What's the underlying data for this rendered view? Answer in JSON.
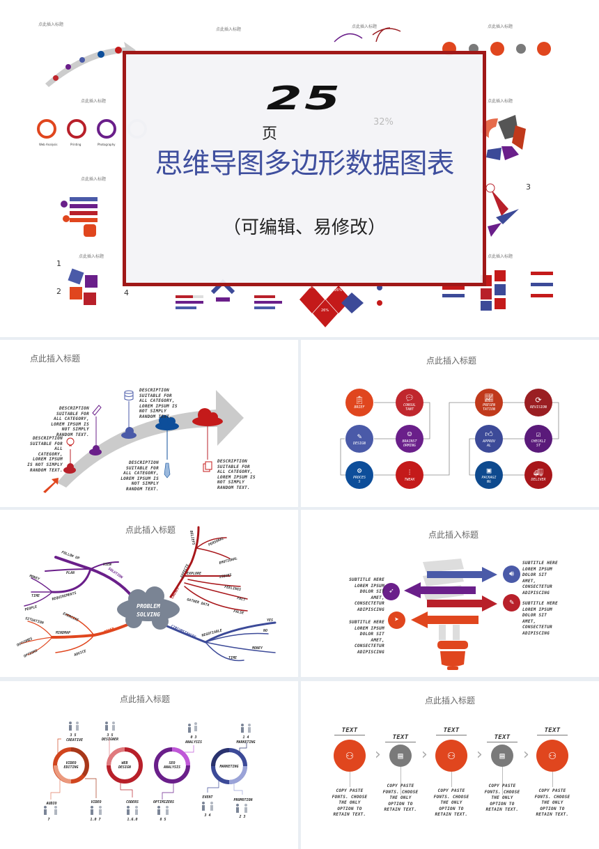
{
  "banner": {
    "number": "25",
    "unit": "页",
    "title": "思维导图多边形数据图表",
    "subtitle": "（可编辑、易修改）",
    "border_color": "#a01818",
    "title_color": "#3f4f9e"
  },
  "thumbnails": {
    "heading": "点此插入标题",
    "percent": "32%",
    "numbers": [
      "1",
      "2",
      "3",
      "4"
    ],
    "diamonds": [
      "26%",
      "26%",
      "26%"
    ],
    "ring_labels": [
      "Web Analysis",
      "Printing",
      "Photography"
    ]
  },
  "slide_heading": "点此插入标题",
  "arrow_slide": {
    "descriptions": [
      "DESCRIPTION\nSUITABLE FOR\nALL CATEGORY,\nLOREM IPSUM IS\nNOT SIMPLY\nRANDOM TEXT.",
      "DESCRIPTION\nSUITABLE FOR\nALL\nCATEGORY,\nLOREM IPSUM\nIS NOT SIMPLY\nRANDOM TEXT.",
      "DESCRIPTION\nSUITABLE FOR\nALL CATEGORY,\nLOREM IPSUM IS\nNOT SIMPLY\nRANDOM TEXT.",
      "DESCRIPTION\nSUITABLE FOR\nALL CATEGORY,\nLOREM IPSUM IS\nNOT SIMPLY\nRANDOM TEXT.",
      "DESCRIPTION\nSUITABLE FOR\nALL CATEGORY,\nLOREM IPSUM IS\nNOT SIMPLY\nRANDOM TEXT."
    ]
  },
  "flow_slide": {
    "steps": [
      {
        "label": "BRIEF",
        "icon": "clipboard-icon",
        "color": "#e0461e"
      },
      {
        "label": "CONSUL\nTANT",
        "icon": "speech-bubble-icon",
        "color": "#c0272d"
      },
      {
        "label": "DESIGN",
        "icon": "pencil-icon",
        "color": "#4a5aa8"
      },
      {
        "label": "BRAINST\nORMING",
        "icon": "head-icon",
        "color": "#6a1f8a"
      },
      {
        "label": "PROCES\nS",
        "icon": "gear-icon",
        "color": "#0d4e9a"
      },
      {
        "label": "TWEAK",
        "icon": "sliders-icon",
        "color": "#c41a1a"
      },
      {
        "label": "PRESEN\nTATION",
        "icon": "chart-icon",
        "color": "#c0391b"
      },
      {
        "label": "REVISION",
        "icon": "refresh-icon",
        "color": "#9a1e22"
      },
      {
        "label": "APPROV\nAL",
        "icon": "thumbs-up-icon",
        "color": "#3c4a98"
      },
      {
        "label": "CHECKLI\nST",
        "icon": "checklist-icon",
        "color": "#5a1a7a"
      },
      {
        "label": "PACKAGI\nNG",
        "icon": "box-icon",
        "color": "#0e4a8e"
      },
      {
        "label": "DELIVER",
        "icon": "truck-icon",
        "color": "#a8161a"
      }
    ]
  },
  "mindmap_slide": {
    "center": [
      "PROBLEM",
      "SOLVING"
    ],
    "branches": {
      "solution": [
        "SOLUTION",
        "FOLLOW UP",
        "VIEW",
        "PLAN",
        "MONEY",
        "TIME",
        "REQUIREMENTS",
        "PEOPLE"
      ],
      "causes": [
        "CAUSES",
        "EFFECTS",
        "BELIEFS",
        "PERSONAL",
        "EMOTIONAL",
        "EXPLORE",
        "ISSUES",
        "FEELINGS",
        "FACT",
        "GATHER DATA",
        "FALSE"
      ],
      "other": [
        "OTHER",
        "EXERCISE",
        "SITUATION",
        "MINDMAP",
        "OUTCOMES",
        "OPTIONS",
        "ADVICE"
      ],
      "circumstances": [
        "CIRCUMSTANCES",
        "NEGOTIABLE",
        "YES",
        "NO",
        "MONEY",
        "TIME"
      ]
    }
  },
  "bulb_slide": {
    "items": [
      {
        "text": "SUBTITLE HERE\nLOREM IPSUM\nDOLOR SIT\nAMET,\nCONSECTETUR\nADIPISCING",
        "color": "#4a5aa8",
        "icon": "speaker-icon"
      },
      {
        "text": "SUBTITLE HERE\nLOREM IPSUM\nDOLOR SIT\nAMET,\nCONSECTETUR\nADIPISCING",
        "color": "#6a1f8a",
        "icon": "rocket-icon"
      },
      {
        "text": "SUBTITLE HERE\nLOREM IPSUM\nDOLOR SIT\nAMET,\nCONSECTETUR\nADIPISCING",
        "color": "#b8202a",
        "icon": "edit-icon"
      },
      {
        "text": "SUBTITLE HERE\nLOREM IPSUM\nDOLOR SIT\nAMET,\nCONSECTETUR\nADIPISCING",
        "color": "#e0461e",
        "icon": "paper-plane-icon"
      }
    ]
  },
  "rings_slide": {
    "rings": [
      {
        "label": "VIDEO\nEDITING",
        "color": "#d0451e",
        "top": {
          "value": "3 5",
          "label": "CREATIVE"
        },
        "bottom": [
          {
            "label": "AUDIO",
            "value": "7"
          },
          {
            "label": "VIDEO",
            "value": "1.0 7"
          }
        ]
      },
      {
        "label": "WEB\nDESIGN",
        "color": "#b8202a",
        "top": {
          "value": "3 5",
          "label": "DESIGNER"
        },
        "bottom": [
          {
            "label": "CODERS",
            "value": "1.6.0"
          }
        ]
      },
      {
        "label": "SEO\nANALYSIS",
        "color": "#6a1f8a",
        "top": {
          "value": "0 3",
          "label": "ANALYSIS"
        },
        "bottom": [
          {
            "label": "OPTIMIZERS",
            "value": "8 5"
          }
        ]
      },
      {
        "label": "MARKETING",
        "color": "#3c4a98",
        "top": {
          "value": "1 4",
          "label": "MARKETING"
        },
        "bottom": [
          {
            "label": "EVENT",
            "value": "3 4"
          },
          {
            "label": "PROMOTION",
            "value": "2 3"
          }
        ]
      }
    ]
  },
  "process_slide": {
    "steps": [
      {
        "title": "TEXT",
        "text": "COPY PASTE\nFONTS. CHOOSE\nTHE ONLY\nOPTION TO\nRETAIN TEXT.",
        "color": "#e0461e",
        "icon": "org-chart-icon"
      },
      {
        "title": "TEXT",
        "text": "COPY PASTE\nFONTS. CHOOSE\nTHE ONLY\nOPTION TO\nRETAIN TEXT.",
        "color": "#7a7a7a",
        "icon": "briefcase-icon"
      },
      {
        "title": "TEXT",
        "text": "COPY PASTE\nFONTS. CHOOSE\nTHE ONLY\nOPTION TO\nRETAIN TEXT.",
        "color": "#e0461e",
        "icon": "org-chart-icon"
      },
      {
        "title": "TEXT",
        "text": "COPY PASTE\nFONTS. CHOOSE\nTHE ONLY\nOPTION TO\nRETAIN TEXT.",
        "color": "#7a7a7a",
        "icon": "briefcase-icon"
      },
      {
        "title": "TEXT",
        "text": "COPY PASTE\nFONTS. CHOOSE\nTHE ONLY\nOPTION TO\nRETAIN TEXT.",
        "color": "#e0461e",
        "icon": "org-chart-icon"
      }
    ]
  }
}
